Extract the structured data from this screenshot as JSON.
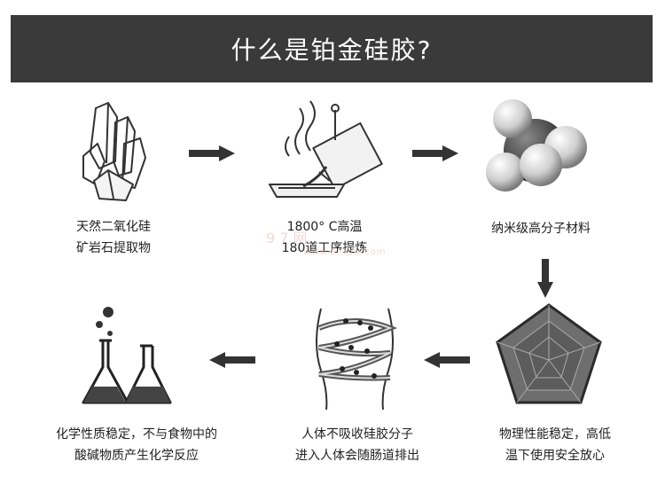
{
  "header": {
    "title": "什么是铂金硅胶?"
  },
  "steps": [
    {
      "line1": "天然二氧化硅",
      "line2": "矿岩石提取物"
    },
    {
      "line1": "1800° C高温",
      "line2": "180道工序提炼"
    },
    {
      "line1": "纳米级高分子材料",
      "line2": ""
    },
    {
      "line1": "物理性能稳定，高低",
      "line2": "温下使用安全放心"
    },
    {
      "line1": "人体不吸收硅胶分子",
      "line2": "进入人体会随肠道排出"
    },
    {
      "line1": "化学性质稳定，不与食物中的",
      "line2": "酸碱物质产生化学反应"
    }
  ],
  "watermark": {
    "text": "9 7 网",
    "sub": "www.97ipw.com"
  },
  "colors": {
    "header_bg": "#3a3a3a",
    "arrow": "#333333"
  }
}
